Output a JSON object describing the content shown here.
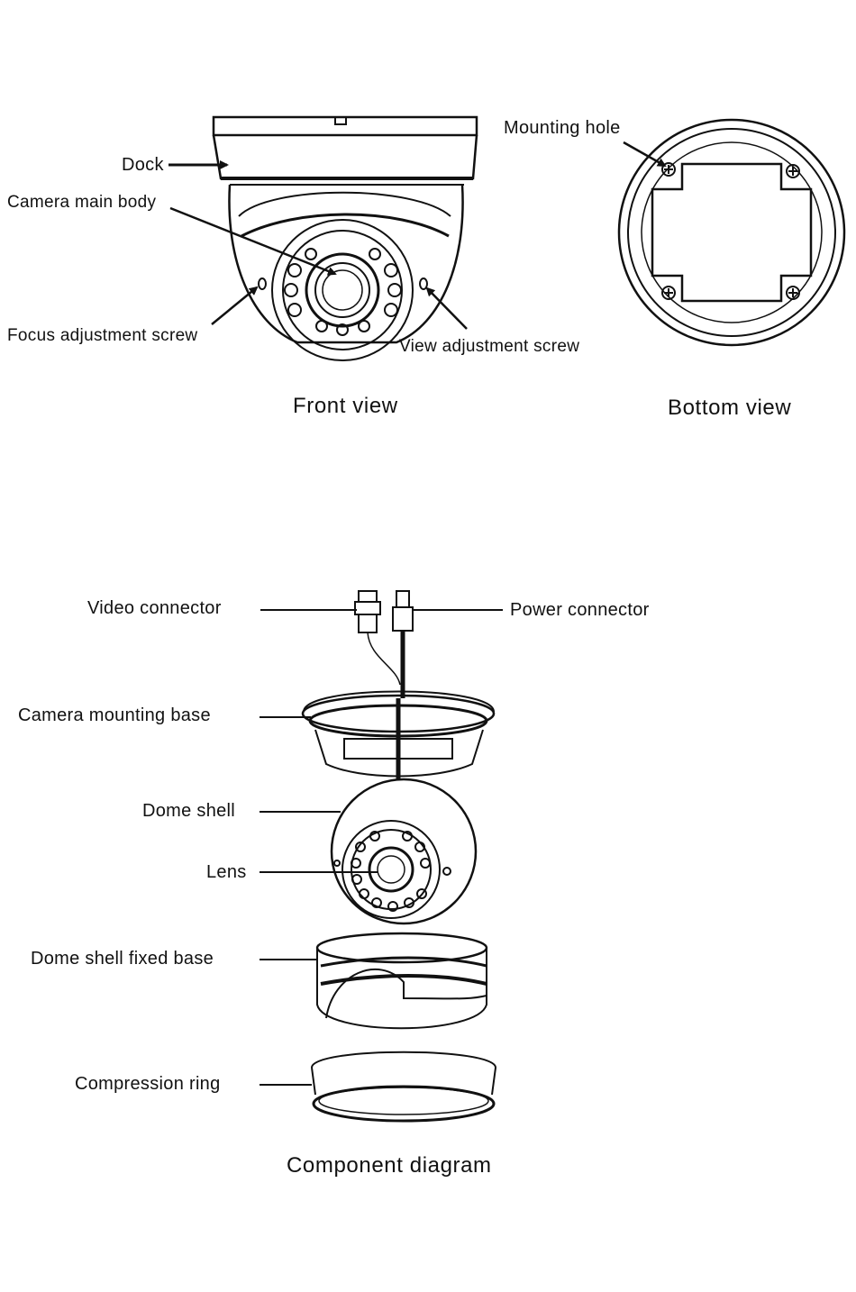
{
  "front_view": {
    "caption": "Front view",
    "labels": {
      "dock": "Dock",
      "camera_main_body": "Camera main body",
      "focus_adjustment_screw": "Focus adjustment screw",
      "view_adjustment_screw": "View adjustment screw"
    }
  },
  "bottom_view": {
    "caption": "Bottom view",
    "labels": {
      "mounting_hole": "Mounting hole"
    }
  },
  "component_diagram": {
    "caption": "Component diagram",
    "labels": {
      "video_connector": "Video connector",
      "power_connector": "Power connector",
      "camera_mounting_base": "Camera mounting base",
      "dome_shell": "Dome shell",
      "lens": "Lens",
      "dome_shell_fixed_base": "Dome shell fixed base",
      "compression_ring": "Compression ring"
    }
  },
  "colors": {
    "ink": "#111111",
    "background": "#ffffff"
  }
}
